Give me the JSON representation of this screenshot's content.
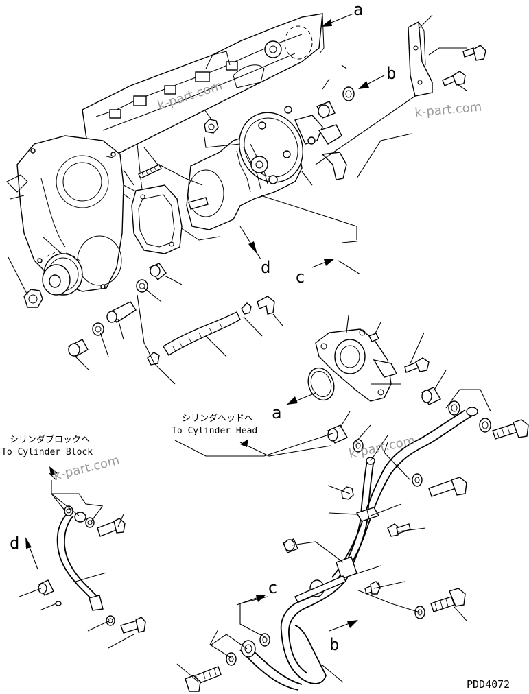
{
  "callouts": {
    "a_top": "a",
    "b_top": "b",
    "c_mid": "c",
    "d_mid": "d",
    "a_mid": "a",
    "d_left": "d",
    "c_low": "c",
    "b_low": "b"
  },
  "destinations": {
    "cylinder_head_jp": "シリンダヘッドへ",
    "cylinder_head_en": "To Cylinder Head",
    "cylinder_block_jp": "シリンダブロックへ",
    "cylinder_block_en": "To Cylinder Block"
  },
  "watermarks": [
    "k-part.com",
    "k-part.com",
    "k-part.com",
    "k-part.com"
  ],
  "drawing_code": "PDD4072"
}
